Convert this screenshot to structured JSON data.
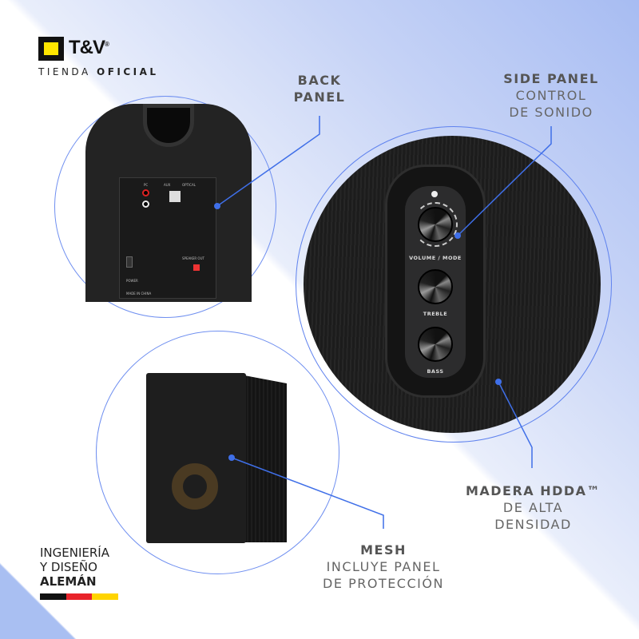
{
  "brand": {
    "name": "T&V",
    "registered": "®",
    "tagline_light": "TIENDA",
    "tagline_bold": "OFICIAL"
  },
  "callouts": {
    "back_panel": {
      "line1": "BACK",
      "line2": "PANEL"
    },
    "side_panel": {
      "title": "SIDE PANEL",
      "line1": "CONTROL",
      "line2": "DE SONIDO"
    },
    "madera": {
      "title": "MADERA HDDA™",
      "line1": "DE ALTA",
      "line2": "DENSIDAD"
    },
    "mesh": {
      "title": "MESH",
      "line1": "INCLUYE PANEL",
      "line2": "DE PROTECCIÓN"
    }
  },
  "controls": {
    "knob1": "VOLUME / MODE",
    "knob2": "TREBLE",
    "knob3": "BASS"
  },
  "back_plate": {
    "pc": "PC",
    "aux": "AUX",
    "optical": "OPTICAL",
    "speaker_out": "SPEAKER OUT",
    "power": "POWER",
    "made_in": "MADE IN CHINA"
  },
  "origin": {
    "line1": "INGENIERÍA",
    "line2": "Y DISEÑO",
    "line3": "ALEMÁN"
  },
  "colors": {
    "accent": "#3f6fe8",
    "flag": [
      "#111111",
      "#e8232a",
      "#ffd400"
    ]
  }
}
